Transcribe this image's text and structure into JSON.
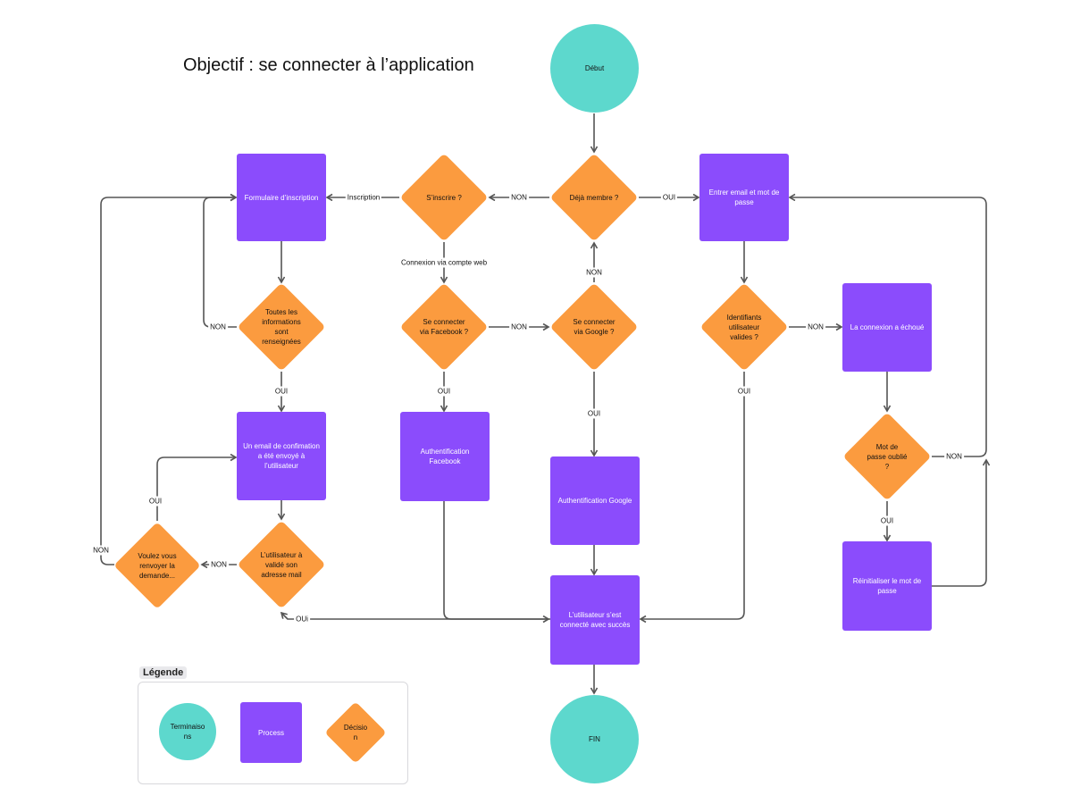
{
  "title": "Objectif : se connecter à l’application",
  "nodes": {
    "debut": "Début",
    "fin": "FIN",
    "deja_membre": "Déjà membre ?",
    "sinscrire": "S’inscrire ?",
    "formulaire": "Formulaire d’inscription",
    "entrer_email": "Entrer email et mot de passe",
    "infos_renseignees": "Toutes les informations sont renseignées",
    "se_connecter_facebook": "Se connecter via Facebook ?",
    "se_connecter_google": "Se connecter via Google ?",
    "identifiants_valides": "Identifiants utilisateur valides ?",
    "connexion_echouee": "La connexion a échoué",
    "email_confirmation": "Un email de confimation a été envoyé à l’utilisateur",
    "auth_facebook": "Authentification Facebook",
    "auth_google": "Authentification Google",
    "mot_de_passe_oublie": "Mot de passe oublié ?",
    "valide_adresse": "L’utilisateur à validé son adresse mail",
    "renvoyer_demande": "Voulez vous renvoyer la demande...",
    "connecte_succes": "L’utilisateur s’est connecté avec succès",
    "reinitialiser": "Réinitialiser le mot de passe"
  },
  "edge_labels": {
    "non_deja": "NON",
    "oui_deja": "OUI",
    "inscription": "Inscription",
    "connexion_web": "Connexion via compte web",
    "non_google_up": "NON",
    "non_facebook": "NON",
    "non_infos": "NON",
    "oui_infos": "OUI",
    "oui_facebook": "OUI",
    "oui_google": "OUI",
    "non_identifiants": "NON",
    "oui_identifiants": "OUI",
    "non_oublie": "NON",
    "oui_oublie": "OUI",
    "oui_renvoyer": "OUI",
    "non_valide": "NON",
    "non_renvoyer": "NON",
    "oui_valide": "OUi"
  },
  "legend": {
    "title": "Légende",
    "terminaisons": "Terminaisons",
    "process": "Process",
    "decision": "Décision"
  },
  "colors": {
    "terminal": "#5dd8cd",
    "process": "#8b4cfc",
    "decision": "#fb9b3f",
    "connector": "#555555"
  }
}
